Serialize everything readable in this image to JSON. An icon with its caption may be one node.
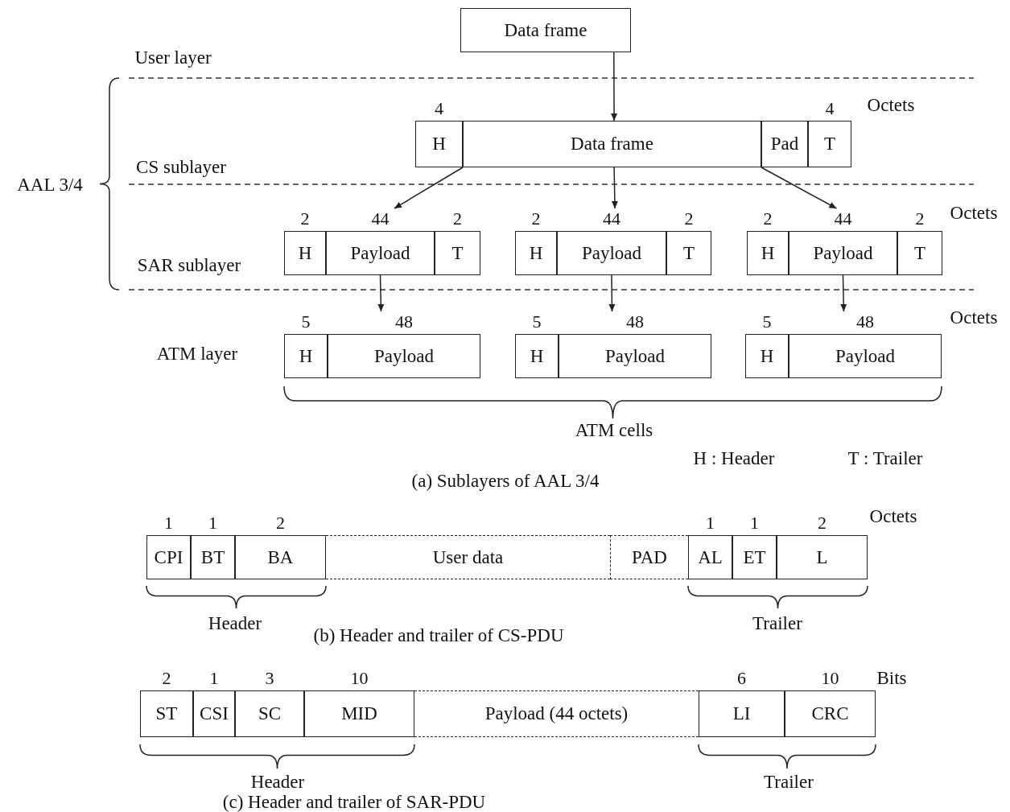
{
  "diagram": {
    "nodes": [
      {
        "text": [
          "Data frame"
        ]
      },
      {
        "text": [
          "H"
        ],
        "beside": [
          "4"
        ]
      },
      {
        "text": [
          "Data frame"
        ]
      },
      {
        "text": [
          "Pad"
        ]
      },
      {
        "text": [
          "T"
        ],
        "beside": [
          "4"
        ]
      },
      {
        "text": [
          "H"
        ],
        "beside": [
          "2"
        ]
      },
      {
        "text": [
          "Payload"
        ],
        "beside": [
          "44"
        ]
      },
      {
        "text": [
          "T"
        ],
        "beside": [
          "2"
        ]
      },
      {
        "text": [
          "H"
        ],
        "beside": [
          "2"
        ]
      },
      {
        "text": [
          "Payload"
        ],
        "beside": [
          "44"
        ]
      },
      {
        "text": [
          "T"
        ],
        "beside": [
          "2"
        ]
      },
      {
        "text": [
          "H"
        ],
        "beside": [
          "2"
        ]
      },
      {
        "text": [
          "Payload"
        ],
        "beside": [
          "44"
        ]
      },
      {
        "text": [
          "T"
        ],
        "beside": [
          "2"
        ]
      },
      {
        "text": [
          "H"
        ],
        "beside": [
          "5"
        ]
      },
      {
        "text": [
          "Payload"
        ],
        "beside": [
          "48"
        ]
      },
      {
        "text": [
          "H"
        ],
        "beside": [
          "5"
        ]
      },
      {
        "text": [
          "Payload"
        ],
        "beside": [
          "48"
        ]
      },
      {
        "text": [
          "H"
        ],
        "beside": [
          "5"
        ]
      },
      {
        "text": [
          "Payload"
        ],
        "beside": [
          "48"
        ]
      },
      {
        "text": [
          "CPI"
        ],
        "beside": [
          "1"
        ]
      },
      {
        "text": [
          "BT"
        ],
        "beside": [
          "1"
        ]
      },
      {
        "text": [
          "BA"
        ],
        "beside": [
          "2"
        ]
      },
      {
        "text": [
          "User data"
        ]
      },
      {
        "text": [
          "PAD"
        ]
      },
      {
        "text": [
          "AL"
        ],
        "beside": [
          "1"
        ]
      },
      {
        "text": [
          "ET"
        ],
        "beside": [
          "1"
        ]
      },
      {
        "text": [
          "L"
        ],
        "beside": [
          "2"
        ]
      },
      {
        "text": [
          "ST"
        ],
        "beside": [
          "2"
        ]
      },
      {
        "text": [
          "CSI"
        ],
        "beside": [
          "1"
        ]
      },
      {
        "text": [
          "SC"
        ],
        "beside": [
          "3"
        ]
      },
      {
        "text": [
          "MID"
        ],
        "beside": [
          "10"
        ]
      },
      {
        "text": [
          "Payload (44 octets)"
        ]
      },
      {
        "text": [
          "LI"
        ],
        "beside": [
          "6"
        ]
      },
      {
        "text": [
          "CRC"
        ],
        "beside": [
          "10"
        ]
      }
    ],
    "edges": [
      {
        "from": 0,
        "to": 2,
        "arrow": "to"
      },
      {
        "from": 2,
        "to": 6,
        "arrow": "to"
      },
      {
        "from": 2,
        "to": 9,
        "arrow": "to"
      },
      {
        "from": 2,
        "to": 12,
        "arrow": "to"
      },
      {
        "from": 6,
        "to": 15,
        "arrow": "to"
      },
      {
        "from": 9,
        "to": 17,
        "arrow": "to"
      },
      {
        "from": 12,
        "to": 19,
        "arrow": "to"
      }
    ],
    "labels": [
      "User layer",
      "Octets",
      "CS sublayer",
      "AAL 3/4",
      "Octets",
      "SAR sublayer",
      "Octets",
      "ATM layer",
      "ATM cells",
      "H : Header",
      "T : Trailer",
      "(a) Sublayers of AAL 3/4",
      "Octets",
      "Header",
      "Trailer",
      "(b) Header and trailer of CS-PDU",
      "Bits",
      "Header",
      "Trailer",
      "(c) Header and trailer of SAR-PDU"
    ]
  }
}
